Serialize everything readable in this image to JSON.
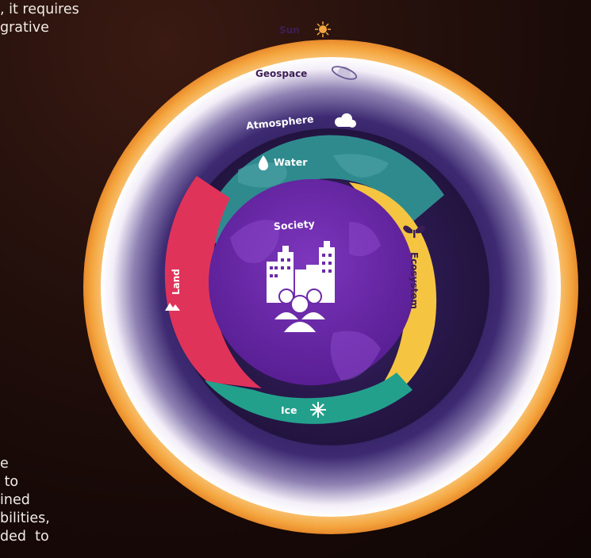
{
  "left_text": {
    "top_lines": ", it requires\ngrative",
    "bottom_lines": "e\n to\nined\nbilities,\nded  to"
  },
  "layers": {
    "sun": "Sun",
    "geospace": "Geospace",
    "atmosphere": "Atmosphere",
    "water": "Water",
    "land": "Land",
    "ecosystem": "Ecosystem",
    "ice": "Ice",
    "society": "Society"
  },
  "colors": {
    "sun_glow": "#f7b34a",
    "outer_ring": "#3f2670",
    "water": "#2f8a8e",
    "land": "#e0335a",
    "ecosystem": "#f5c542",
    "ice": "#23a08c",
    "society": "#6b2aa8"
  }
}
